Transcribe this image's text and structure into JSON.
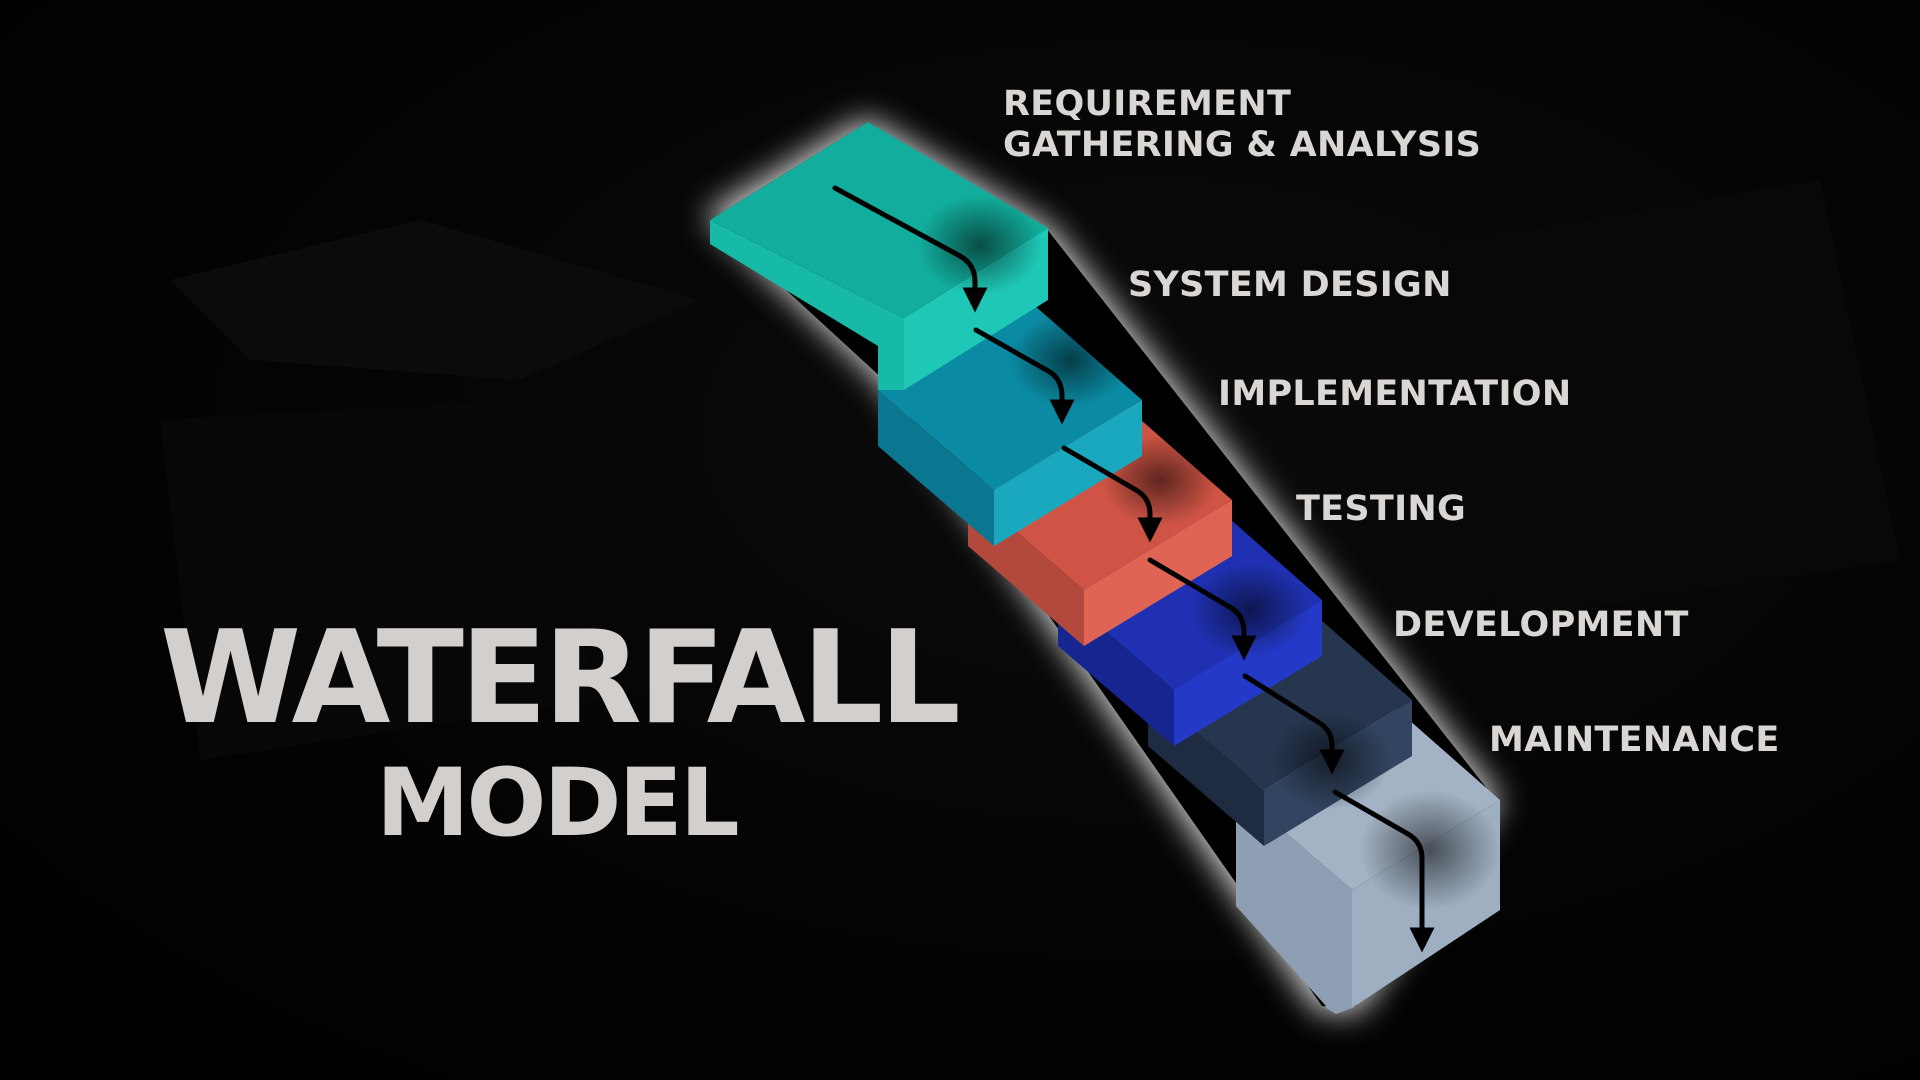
{
  "title": {
    "main": "WATERFALL",
    "sub": "MODEL"
  },
  "phases": [
    {
      "lines": [
        "REQUIREMENT",
        "GATHERING &  ANALYSIS"
      ],
      "color": "#17b3a3"
    },
    {
      "lines": [
        "SYSTEM  DESIGN"
      ],
      "color": "#0e8ea6"
    },
    {
      "lines": [
        "IMPLEMENTATION"
      ],
      "color": "#d45a4a"
    },
    {
      "lines": [
        "TESTING"
      ],
      "color": "#1d2fb8"
    },
    {
      "lines": [
        "DEVELOPMENT"
      ],
      "color": "#2a3b57"
    },
    {
      "lines": [
        "MAINTENANCE"
      ],
      "color": "#8a9bb0"
    }
  ],
  "colors": {
    "background": "#000000",
    "text": "#d3cfcc",
    "arrow": "#000000"
  }
}
